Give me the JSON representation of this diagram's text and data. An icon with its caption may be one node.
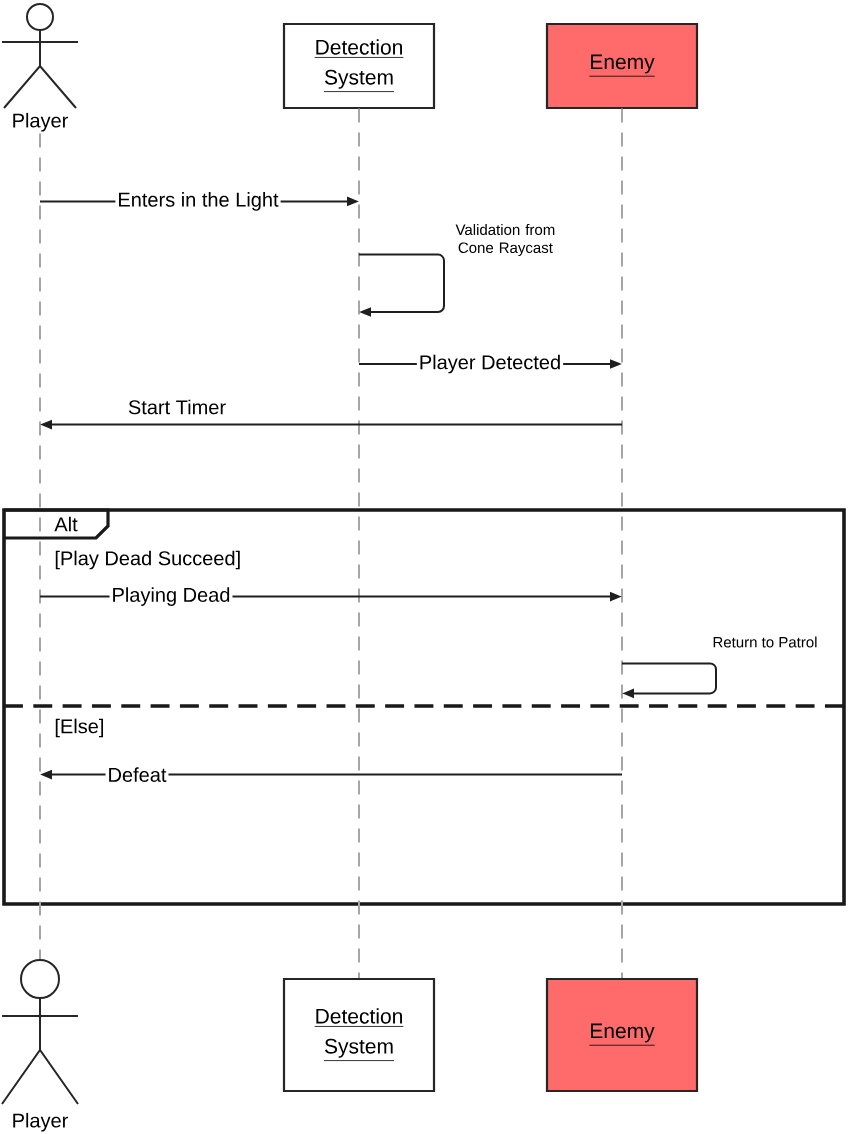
{
  "diagram": {
    "nodes": [
      {
        "text": [
          "Player"
        ]
      },
      {
        "text": [
          "Detection System"
        ]
      },
      {
        "text": [
          "Enemy"
        ]
      },
      {
        "text": [],
        "shape": "line"
      },
      {
        "text": [],
        "shape": "line"
      },
      {
        "text": [],
        "shape": "line"
      },
      {
        "text": [
          "Alt"
        ]
      },
      {
        "text": [
          "Player"
        ]
      },
      {
        "text": [
          "Detection System"
        ]
      },
      {
        "text": [
          "Enemy"
        ]
      }
    ],
    "edges": [
      {
        "from": 3,
        "to": 4,
        "arrow": "to",
        "label": "Enters in the Light"
      },
      {
        "from": 4,
        "to": 4,
        "arrow": "to",
        "label": "Validation from Cone Raycast"
      },
      {
        "from": 4,
        "to": 5,
        "arrow": "to",
        "label": "Player Detected"
      },
      {
        "from": 5,
        "to": 3,
        "arrow": "to",
        "label": "Start Timer"
      },
      {
        "from": 3,
        "to": 5,
        "arrow": "to",
        "label": "Playing Dead"
      },
      {
        "from": 5,
        "to": 5,
        "arrow": "to",
        "label": "Return to Patrol"
      },
      {
        "from": 5,
        "to": 3,
        "arrow": "to",
        "label": "Defeat"
      }
    ],
    "labels": [
      "[Play Dead Succeed]",
      "[Else]"
    ]
  }
}
